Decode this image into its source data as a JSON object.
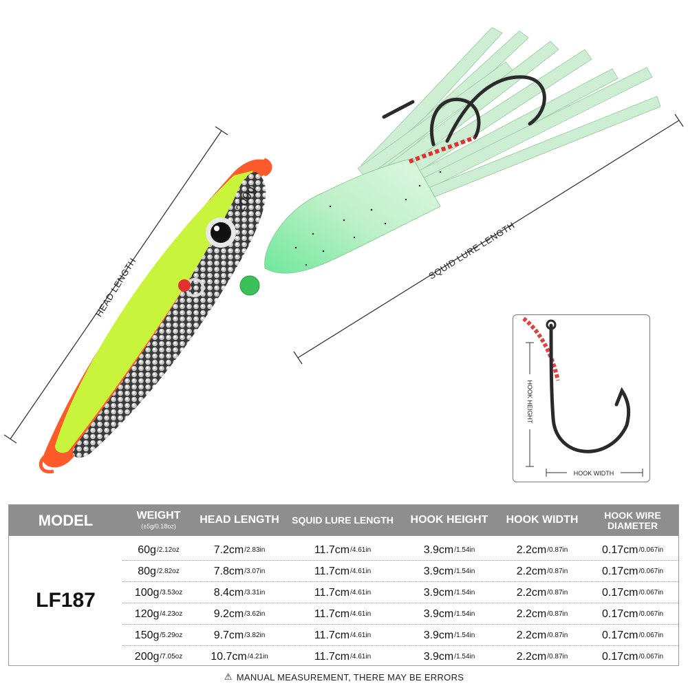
{
  "illustration": {
    "head_length_label": "HEAD LENGTH",
    "squid_lure_length_label": "SQUID LURE LENGTH",
    "weight_marking": "200g",
    "inset": {
      "hook_height_label": "HOOK HEIGHT",
      "hook_width_label": "HOOK WIDTH"
    }
  },
  "table": {
    "headers": {
      "model": "MODEL",
      "weight": "WEIGHT",
      "weight_tolerance": "(±5g/0.18oz)",
      "head_length": "HEAD LENGTH",
      "squid_lure_length": "SQUID LURE LENGTH",
      "hook_height": "HOOK HEIGHT",
      "hook_width": "HOOK WIDTH",
      "hook_wire_diameter_line1": "HOOK WIRE",
      "hook_wire_diameter_line2": "DIAMETER"
    },
    "model": "LF187",
    "rows": [
      {
        "weight": "60g",
        "weight_oz": "2.12oz",
        "head": "7.2cm",
        "head_in": "2.83in",
        "squid": "11.7cm",
        "squid_in": "4.61in",
        "hook_h": "3.9cm",
        "hook_h_in": "1.54in",
        "hook_w": "2.2cm",
        "hook_w_in": "0.87in",
        "wire": "0.17cm",
        "wire_in": "0.067in"
      },
      {
        "weight": "80g",
        "weight_oz": "2.82oz",
        "head": "7.8cm",
        "head_in": "3.07in",
        "squid": "11.7cm",
        "squid_in": "4.61in",
        "hook_h": "3.9cm",
        "hook_h_in": "1.54in",
        "hook_w": "2.2cm",
        "hook_w_in": "0.87in",
        "wire": "0.17cm",
        "wire_in": "0.067in"
      },
      {
        "weight": "100g",
        "weight_oz": "3.53oz",
        "head": "8.4cm",
        "head_in": "3.31in",
        "squid": "11.7cm",
        "squid_in": "4.61in",
        "hook_h": "3.9cm",
        "hook_h_in": "1.54in",
        "hook_w": "2.2cm",
        "hook_w_in": "0.87in",
        "wire": "0.17cm",
        "wire_in": "0.067in"
      },
      {
        "weight": "120g",
        "weight_oz": "4.23oz",
        "head": "9.2cm",
        "head_in": "3.62in",
        "squid": "11.7cm",
        "squid_in": "4.61in",
        "hook_h": "3.9cm",
        "hook_h_in": "1.54in",
        "hook_w": "2.2cm",
        "hook_w_in": "0.87in",
        "wire": "0.17cm",
        "wire_in": "0.067in"
      },
      {
        "weight": "150g",
        "weight_oz": "5.29oz",
        "head": "9.7cm",
        "head_in": "3.82in",
        "squid": "11.7cm",
        "squid_in": "4.61in",
        "hook_h": "3.9cm",
        "hook_h_in": "1.54in",
        "hook_w": "2.2cm",
        "hook_w_in": "0.87in",
        "wire": "0.17cm",
        "wire_in": "0.067in"
      },
      {
        "weight": "200g",
        "weight_oz": "7.05oz",
        "head": "10.7cm",
        "head_in": "4.21in",
        "squid": "11.7cm",
        "squid_in": "4.61in",
        "hook_h": "3.9cm",
        "hook_h_in": "1.54in",
        "hook_w": "2.2cm",
        "hook_w_in": "0.87in",
        "wire": "0.17cm",
        "wire_in": "0.067in"
      }
    ]
  },
  "disclaimer": {
    "icon": "warning-icon",
    "text": "MANUAL MEASUREMENT, THERE MAY BE ERRORS"
  }
}
